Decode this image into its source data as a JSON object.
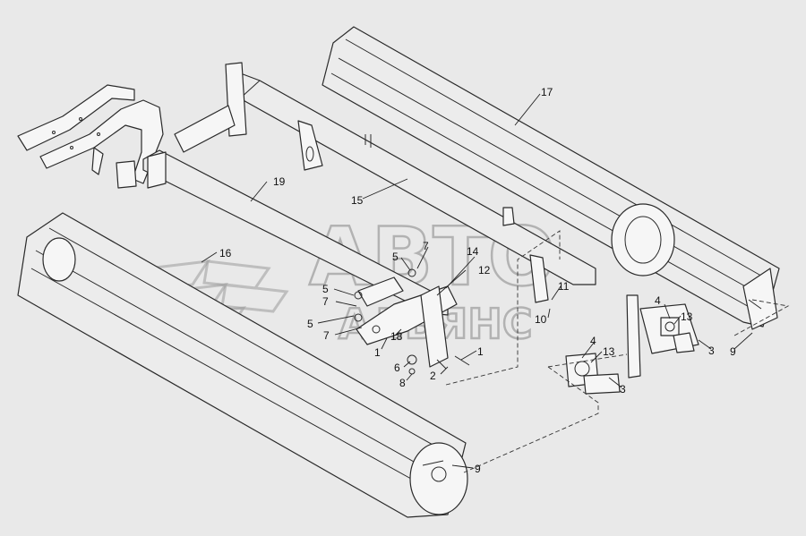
{
  "watermark": {
    "line1": "АВТО",
    "line2": "АЛЬЯНС"
  },
  "callouts": [
    {
      "id": "c17",
      "label": "17"
    },
    {
      "id": "c19",
      "label": "19"
    },
    {
      "id": "c15",
      "label": "15"
    },
    {
      "id": "c16",
      "label": "16"
    },
    {
      "id": "c7a",
      "label": "7"
    },
    {
      "id": "c5a",
      "label": "5"
    },
    {
      "id": "c14",
      "label": "14"
    },
    {
      "id": "c12",
      "label": "12"
    },
    {
      "id": "c5b",
      "label": "5"
    },
    {
      "id": "c7b",
      "label": "7"
    },
    {
      "id": "c5c",
      "label": "5"
    },
    {
      "id": "c7c",
      "label": "7"
    },
    {
      "id": "c18",
      "label": "18"
    },
    {
      "id": "c1a",
      "label": "1"
    },
    {
      "id": "c1b",
      "label": "1"
    },
    {
      "id": "c2",
      "label": "2"
    },
    {
      "id": "c6",
      "label": "6"
    },
    {
      "id": "c8",
      "label": "8"
    },
    {
      "id": "c11",
      "label": "11"
    },
    {
      "id": "c10",
      "label": "10"
    },
    {
      "id": "c4a",
      "label": "4"
    },
    {
      "id": "c13a",
      "label": "13"
    },
    {
      "id": "c3a",
      "label": "3"
    },
    {
      "id": "c9a",
      "label": "9"
    },
    {
      "id": "c4b",
      "label": "4"
    },
    {
      "id": "c13b",
      "label": "13"
    },
    {
      "id": "c3b",
      "label": "3"
    },
    {
      "id": "c9b",
      "label": "9"
    }
  ]
}
